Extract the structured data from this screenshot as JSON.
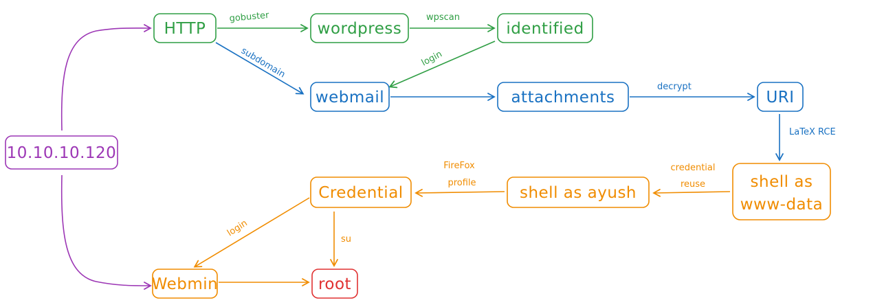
{
  "colors": {
    "purple": "#9c36b5",
    "green": "#2f9e44",
    "blue": "#1971c2",
    "orange": "#f08c00",
    "red": "#e03131"
  },
  "nodes": {
    "ip": "10.10.10.120",
    "http": "HTTP",
    "wordpress": "wordpress",
    "identified": "identified",
    "webmail": "webmail",
    "attachments": "attachments",
    "uri": "URI",
    "shell_www_data": {
      "line1": "shell as",
      "line2": "www-data"
    },
    "shell_ayush": "shell as ayush",
    "credential": "Credential",
    "webmin": "Webmin",
    "root": "root"
  },
  "edges": {
    "gobuster": "gobuster",
    "wpscan": "wpscan",
    "subdomain": "subdomain",
    "login_identified": "login",
    "decrypt": "decrypt",
    "latex_rce": "LaTeX RCE",
    "credential_reuse": {
      "line1": "credential",
      "line2": "reuse"
    },
    "firefox_profile": {
      "line1": "FireFox",
      "line2": "profile"
    },
    "login_webmin": "login",
    "su": "su"
  }
}
